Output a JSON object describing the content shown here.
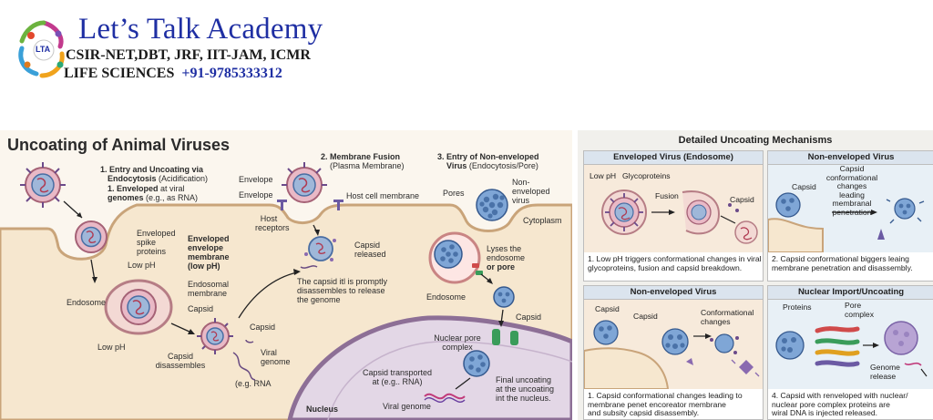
{
  "header": {
    "title": "Let’s Talk Academy",
    "exams": "CSIR-NET,DBT, JRF, IIT-JAM, ICMR",
    "subject": "LIFE SCIENCES",
    "phone": "+91-9785333312",
    "logo_text": "LTA"
  },
  "main": {
    "title": "Uncoating of Animal Viruses",
    "step1": {
      "num": "1.",
      "title": "Entry and Uncoating via",
      "title2": "Endocytosis",
      "title2b": "(Acidification)",
      "sub": "1. Enveloped",
      "sub_rest": "at viral",
      "sub2": "genomes",
      "sub2_rest": "(e.g., as RNA)"
    },
    "step2": {
      "title": "2. Membrane Fusion",
      "sub": "(Plasma Membrane)"
    },
    "step3": {
      "title": "3. Entry of Non-enveloped",
      "title2": "Virus",
      "sub": "(Endocytosis/Pore)"
    },
    "labels": {
      "envelope1": "Envelope",
      "envelope2": "Envelope",
      "host_cell_membrane": "Host cell membrane",
      "host_receptors_1": "Host",
      "host_receptors_2": "receptors",
      "pores": "Pores",
      "non_env_1": "Non-",
      "non_env_2": "enveloped",
      "non_env_3": "virus",
      "cytoplasm": "Cytoplasm",
      "env_spike_1": "Enveloped",
      "env_spike_2": "spike",
      "env_spike_3": "proteins",
      "env_mem_1": "Enveloped",
      "env_mem_2": "envelope",
      "env_mem_3": "membrane",
      "env_mem_4": "(low pH)",
      "low_ph_1": "Low pH",
      "endosome_left": "Endosome",
      "endo_mem_1": "Endosomal",
      "endo_mem_2": "membrane",
      "capsid_1": "Capsid",
      "capsid_rel_1": "Capsid",
      "capsid_rel_2": "released",
      "promptly_1": "The capsid itl is promptly",
      "promptly_2": "disassembles to release",
      "promptly_3": "the genome",
      "lyses_1": "Lyses the",
      "lyses_2": "endosome",
      "lyses_3": "or pore",
      "endosome_right": "Endosome",
      "capsid_right": "Capsid",
      "capsid_2": "Capsid",
      "low_ph_2": "Low pH",
      "capsid_dis_1": "Capsid",
      "capsid_dis_2": "disassembles",
      "viral_genome_1": "Viral",
      "viral_genome_2": "genome",
      "eg_rna": "(e.g. RNA",
      "nuclear_pore_1": "Nuclear pore",
      "nuclear_pore_2": "complex",
      "transported_1": "Capsid transported",
      "transported_2": "at (e.g.. RNA)",
      "final_1": "Final uncoating",
      "final_2": "at the uncoating",
      "final_3": "int the nucleus.",
      "viral_rna": "Viral genome",
      "nucleus": "Nucleus"
    }
  },
  "panel": {
    "title": "Detailed Uncoating Mechanisms",
    "box1": {
      "heading": "Enveloped Virus (Endosome)",
      "labels": [
        "Low pH",
        "Glycoproteins",
        "Fusion",
        "Capsid"
      ],
      "caption_1": "1. Low pH triggers conformational changes in viral",
      "caption_2": "glycoproteins, fusion and capsid breakdown."
    },
    "box2": {
      "heading": "Non-enveloped Virus",
      "labels": [
        "Capsid",
        "Capsid",
        "conformational",
        "changes",
        "leading",
        "membranal",
        "penetration"
      ],
      "caption_1": "2. Capsid conformational biggers leaing",
      "caption_2": "membrane penetration and disassembly."
    },
    "box3": {
      "heading": "Non-enveloped Virus",
      "labels": [
        "Capsid",
        "Capsid",
        "Conformational",
        "changes"
      ],
      "caption_1": "1. Capsid conformational changes leading to",
      "caption_2": "membrane penet encoreator membrane",
      "caption_3": "and subsity capsid disassembly."
    },
    "box4": {
      "heading": "Nuclear Import/Uncoating",
      "labels": [
        "Proteins",
        "Pore",
        "complex",
        "Genome",
        "release"
      ],
      "caption_1": "4. Capsid with renveloped with nuclear/",
      "caption_2": "nuclear pore complex proteins are",
      "caption_3": "wiral DNA is injected released."
    }
  },
  "colors": {
    "brand_blue": "#1f2fa3",
    "cell_fill": "#f6e7cf",
    "nucleus_fill": "#e3d7e6",
    "capsid_blue": "#5b84b8",
    "envelope_pink": "#c8889a",
    "receptor_purple": "#6b5aa3",
    "panel_header": "#dbe4ee"
  }
}
